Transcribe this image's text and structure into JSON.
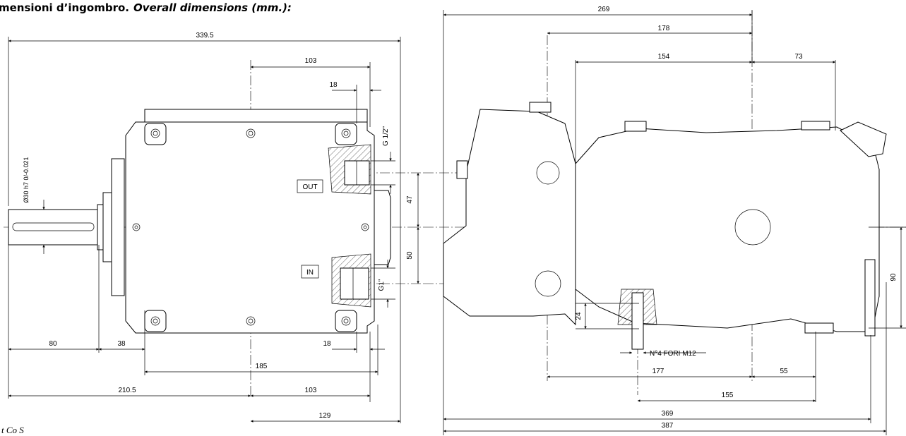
{
  "header": {
    "title_it": "mensioni d’ingombro.",
    "title_en": "Overall dimensions (mm.):"
  },
  "footer": {
    "text": "t  Co  S"
  },
  "left_view": {
    "dims": {
      "d_339_5": "339.5",
      "d_103_top": "103",
      "d_18_top": "18",
      "d_80": "80",
      "d_38": "38",
      "d_18_bot": "18",
      "d_185": "185",
      "d_210_5": "210.5",
      "d_103_bot": "103",
      "d_129": "129",
      "d_47": "47",
      "d_50": "50"
    },
    "shaft_diameter": "Ø30 h7 0/-0.021",
    "thread_out": "G 1/2\"",
    "thread_in": "G1\"",
    "port_out": "OUT",
    "port_in": "IN"
  },
  "right_view": {
    "dims": {
      "d_269": "269",
      "d_178": "178",
      "d_154": "154",
      "d_73": "73",
      "d_24": "24",
      "d_177": "177",
      "d_55": "55",
      "d_155": "155",
      "d_369": "369",
      "d_387": "387",
      "d_90": "90"
    },
    "holes_note": "N°4 FORI M12"
  }
}
